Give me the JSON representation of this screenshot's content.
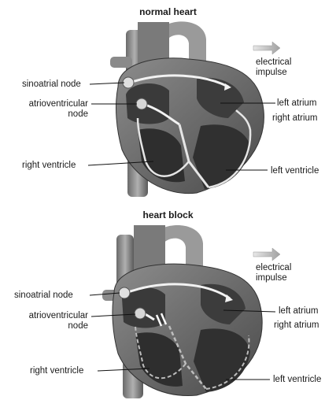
{
  "figure": {
    "panels": [
      {
        "title": "normal heart",
        "labels": {
          "sa_node": "sinoatrial node",
          "av_node_line1": "atrioventricular",
          "av_node_line2": "node",
          "right_ventricle": "right ventricle",
          "left_atrium": "left atrium",
          "right_atrium": "right atrium",
          "left_ventricle": "left ventricle",
          "legend_line1": "electrical",
          "legend_line2": "impulse"
        }
      },
      {
        "title": "heart block",
        "labels": {
          "sa_node": "sinoatrial node",
          "av_node_line1": "atrioventricular",
          "av_node_line2": "node",
          "right_ventricle": "right ventricle",
          "left_atrium": "left atrium",
          "right_atrium": "right atrium",
          "left_ventricle": "left ventricle",
          "legend_line1": "electrical",
          "legend_line2": "impulse"
        }
      }
    ]
  }
}
